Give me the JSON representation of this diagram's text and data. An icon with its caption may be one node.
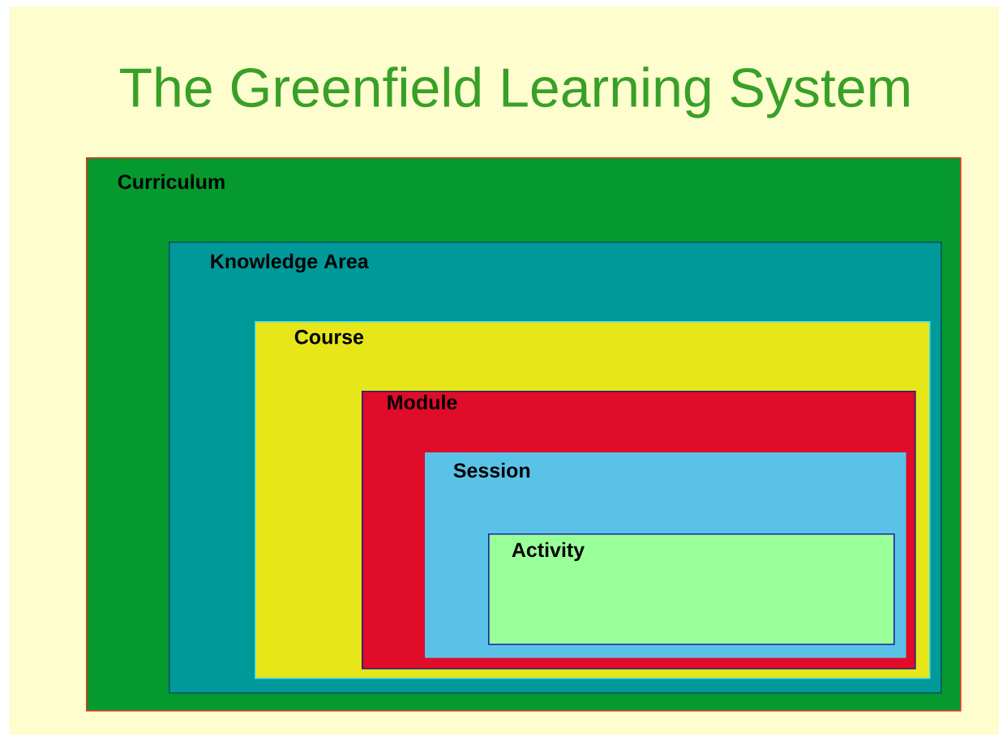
{
  "diagram": {
    "title": "The Greenfield Learning System",
    "nodes": [
      {
        "text": [
          "Curriculum"
        ]
      },
      {
        "text": [
          "Knowledge Area"
        ],
        "in": 0
      },
      {
        "text": [
          "Course"
        ],
        "in": 1
      },
      {
        "text": [
          "Module"
        ],
        "in": 2
      },
      {
        "text": [
          "Session"
        ],
        "in": 3
      },
      {
        "text": [
          "Activity"
        ],
        "in": 4
      }
    ]
  }
}
